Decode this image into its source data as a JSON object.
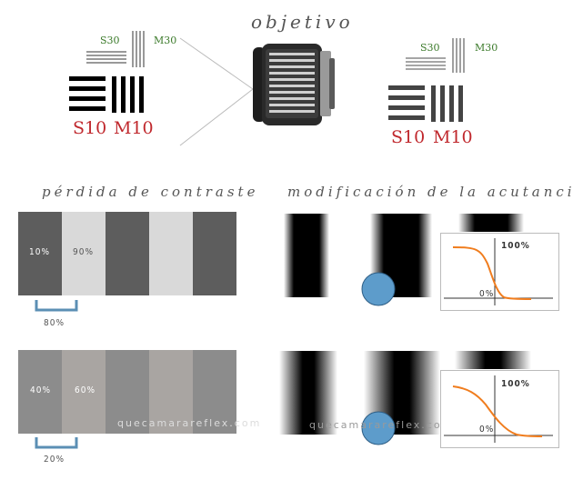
{
  "top": {
    "title": "objetivo",
    "left_chart": {
      "s30": "S30",
      "m30": "M30",
      "s10": "S10",
      "m10": "M10"
    },
    "right_chart": {
      "s30": "S30",
      "m30": "M30",
      "s10": "S10",
      "m10": "M10"
    }
  },
  "contrast": {
    "title": "pérdida de contraste",
    "row1": {
      "label_a": "10%",
      "label_b": "90%",
      "difference": "80%",
      "colors": [
        "#5d5d5d",
        "#d9d9d9",
        "#5d5d5d",
        "#d9d9d9",
        "#5d5d5d"
      ]
    },
    "row2": {
      "label_a": "40%",
      "label_b": "60%",
      "difference": "20%",
      "watermark": "quecamarareflex.com",
      "colors": [
        "#8c8c8c",
        "#a9a5a2",
        "#8c8c8c",
        "#a9a5a2",
        "#8c8c8c"
      ]
    }
  },
  "acutance": {
    "title": "modificación de la acutancia",
    "graph1": {
      "high": "100%",
      "low": "0%"
    },
    "graph2": {
      "high": "100%",
      "low": "0%"
    },
    "watermark": "quecamarareflex.com"
  },
  "colors": {
    "red_label": "#c0282d",
    "green_label": "#3b7a2a",
    "curve": "#f07d1e",
    "circle": "#5d9ccb",
    "bracket": "#5b8fb4"
  }
}
